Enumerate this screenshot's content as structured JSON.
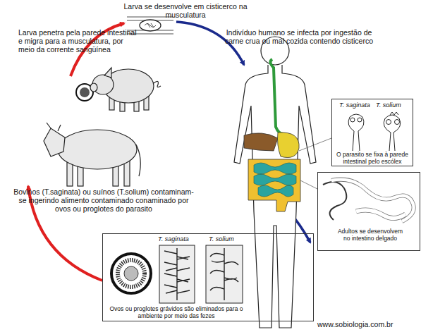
{
  "diagram": {
    "nodes": [
      {
        "text": [
          "T. saginata",
          "T. solium",
          "O parasito se fixa à parede intestinal pelo escólex"
        ]
      },
      {
        "text": [
          "Adultos se desenvolvem no intestino delgado"
        ]
      },
      {
        "text": [
          "T. saginata",
          "T. solium",
          "Ovos ou proglotes grávidos são eliminados para o ambiente por meio das fezes"
        ]
      }
    ],
    "labels": [
      "Larva se desenvolve em cisticerco na musculatura",
      "Larva penetra pela parede intestinal e migra para a musculatura, por meio da corrente sangüínea",
      "Indivíduo humano se infecta por ingestão de carne crua ou mal cozida contendo cisticerco",
      "Bovinos (T.saginata) ou suínos (T.solium) contaminam-se ingerindo alimento contaminado conaminado por ovos ou proglotes do parasito",
      "www.sobiologia.com.br"
    ]
  }
}
